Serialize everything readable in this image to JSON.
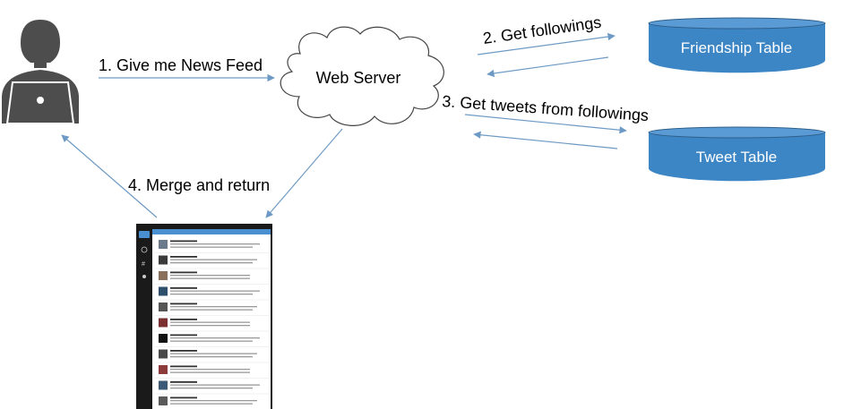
{
  "colors": {
    "arrow": "#6d9ac4",
    "database_fill": "#3d86c6",
    "database_top": "#5b9bd5",
    "database_stroke": "#2f5f8a",
    "cloud_stroke": "#444444",
    "user": "#4d4d4d",
    "tablet_frame": "#1a1a1a",
    "tablet_header": "#4a8fd0"
  },
  "nodes": {
    "user": {
      "icon": "user-laptop-icon"
    },
    "web_server": {
      "label": "Web Server"
    },
    "friendship_table": {
      "label": "Friendship Table"
    },
    "tweet_table": {
      "label": "Tweet Table"
    },
    "news_feed_screen": {
      "icon": "tablet-news-feed-screenshot"
    }
  },
  "edges": [
    {
      "id": "step1",
      "label": "1. Give me News Feed",
      "from": "user",
      "to": "web_server"
    },
    {
      "id": "step2",
      "label": "2. Get followings",
      "from": "web_server",
      "to": "friendship_table"
    },
    {
      "id": "step2_return",
      "label": "",
      "from": "friendship_table",
      "to": "web_server"
    },
    {
      "id": "step3",
      "label": "3. Get tweets from followings",
      "from": "web_server",
      "to": "tweet_table"
    },
    {
      "id": "step3_return",
      "label": "",
      "from": "tweet_table",
      "to": "web_server"
    },
    {
      "id": "step4",
      "label": "4. Merge and return",
      "from": "news_feed_screen",
      "to": "user"
    },
    {
      "id": "server_to_screen",
      "label": "",
      "from": "web_server",
      "to": "news_feed_screen"
    }
  ]
}
